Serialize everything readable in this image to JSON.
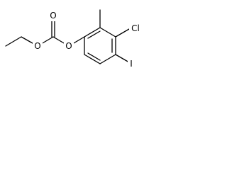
{
  "molecule": {
    "labels": {
      "oxygen_ester": "O",
      "oxygen_phenoxy": "O",
      "oxygen_carbonyl": "O",
      "chlorine": "Cl",
      "iodine": "I"
    }
  },
  "colors": {
    "bond": "#000000",
    "background": "#ffffff"
  }
}
